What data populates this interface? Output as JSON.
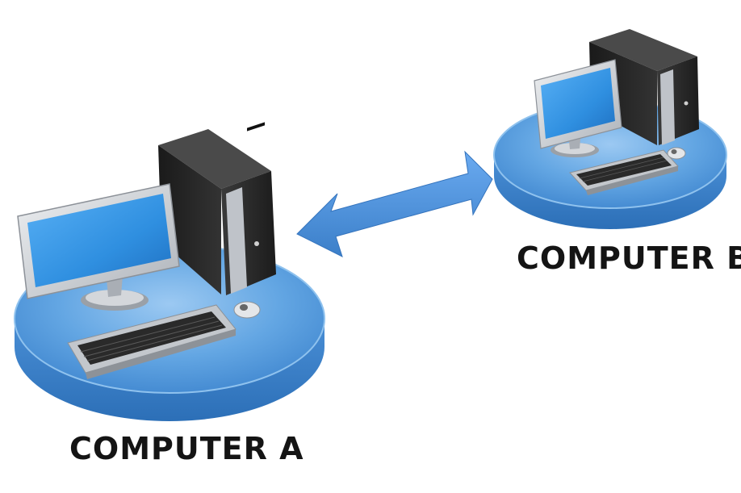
{
  "nodes": {
    "computer_a": {
      "label": "COMPUTER A"
    },
    "computer_b": {
      "label": "COMPUTER B"
    }
  },
  "connection": {
    "direction": "bidirectional"
  },
  "colors": {
    "platform": "#5aa0e0",
    "platform_dark": "#3d7fc4",
    "arrow": "#4a8fd6",
    "screen": "#2f8fe0",
    "case": "#2a2a2a",
    "bezel": "#c9ccd1"
  },
  "icons": {
    "tower": "desktop-tower-icon",
    "monitor": "monitor-icon",
    "keyboard": "keyboard-icon",
    "mouse": "mouse-icon"
  }
}
